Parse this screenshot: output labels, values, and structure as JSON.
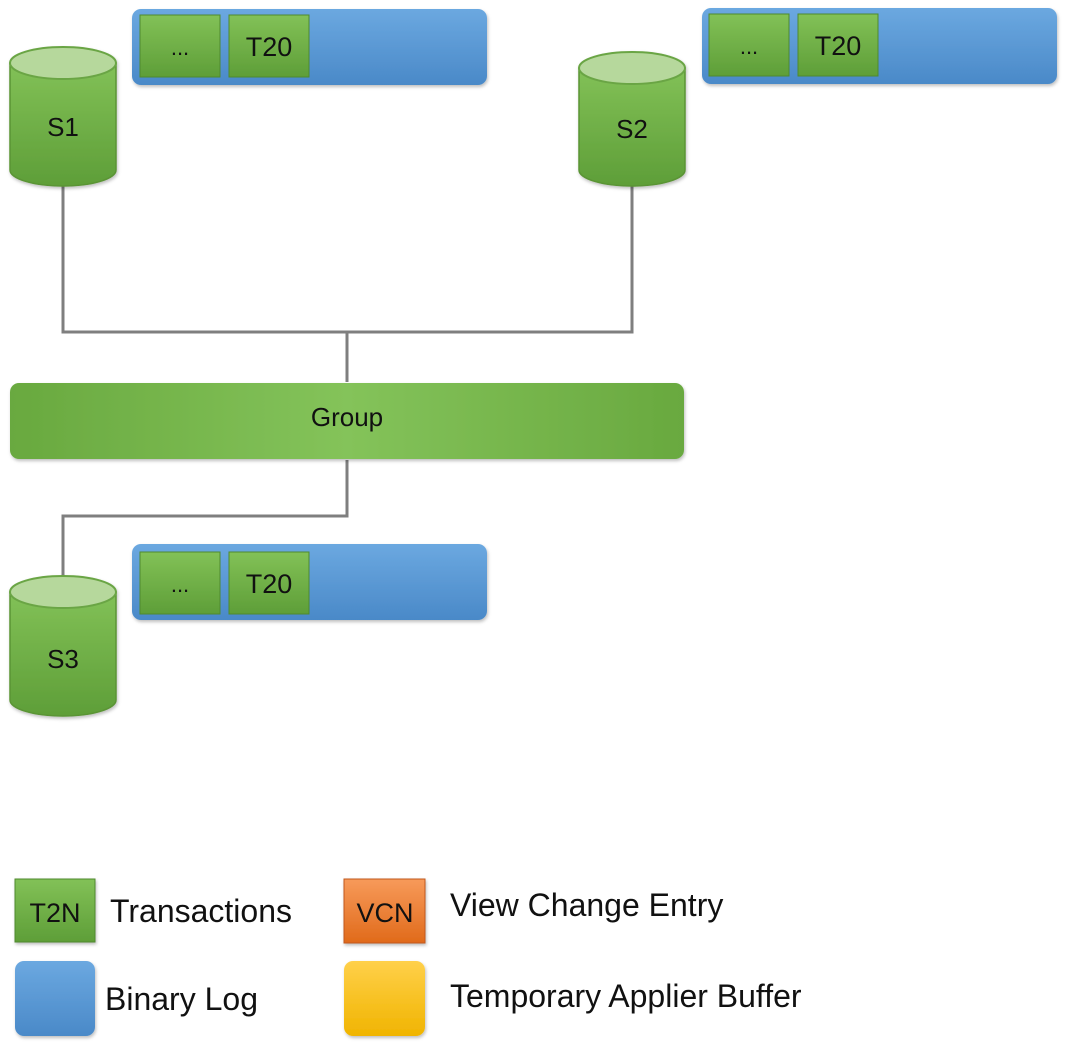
{
  "servers": [
    {
      "label": "S1",
      "log_entries": [
        "...",
        "T20"
      ]
    },
    {
      "label": "S2",
      "log_entries": [
        "...",
        "T20"
      ]
    },
    {
      "label": "S3",
      "log_entries": [
        "...",
        "T20"
      ]
    }
  ],
  "group": {
    "label": "Group"
  },
  "legend": {
    "transactions": {
      "swatch": "T2N",
      "text": "Transactions"
    },
    "view_change": {
      "swatch": "VCN",
      "text": "View Change Entry"
    },
    "binary_log": {
      "text": "Binary Log"
    },
    "temp_buffer": {
      "text": "Temporary Applier Buffer"
    }
  },
  "colors": {
    "green": "#70ad47",
    "green_light": "#b6d89c",
    "blue": "#5b9bd5",
    "orange": "#ed7d31",
    "yellow": "#ffc000",
    "connector": "#7f7f7f"
  }
}
